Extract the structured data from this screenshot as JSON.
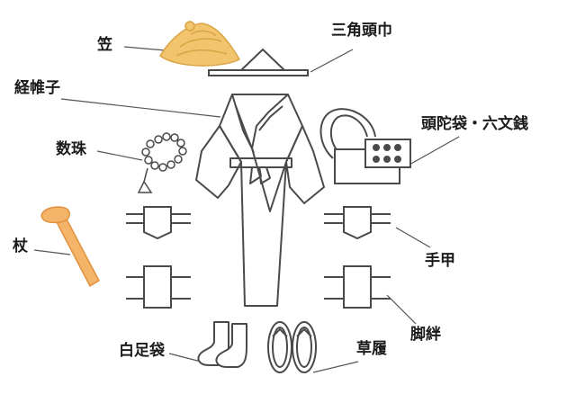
{
  "labels": {
    "kasa": "笠",
    "sankaku_zukin": "三角頭巾",
    "kyokatabira": "経帷子",
    "zudabukuro_rokumonsen": "頭陀袋・六文銭",
    "juzu": "数珠",
    "tsue": "杖",
    "tekko": "手甲",
    "kyahan": "脚絆",
    "shirotabi": "白足袋",
    "zori": "草履"
  },
  "colors": {
    "line": "#555555",
    "hat_fill": "#f2c46d",
    "hat_stroke": "#d9a444",
    "staff_fill": "#f4b46a",
    "staff_stroke": "#e0913d",
    "outline": "#4a4a4a"
  }
}
